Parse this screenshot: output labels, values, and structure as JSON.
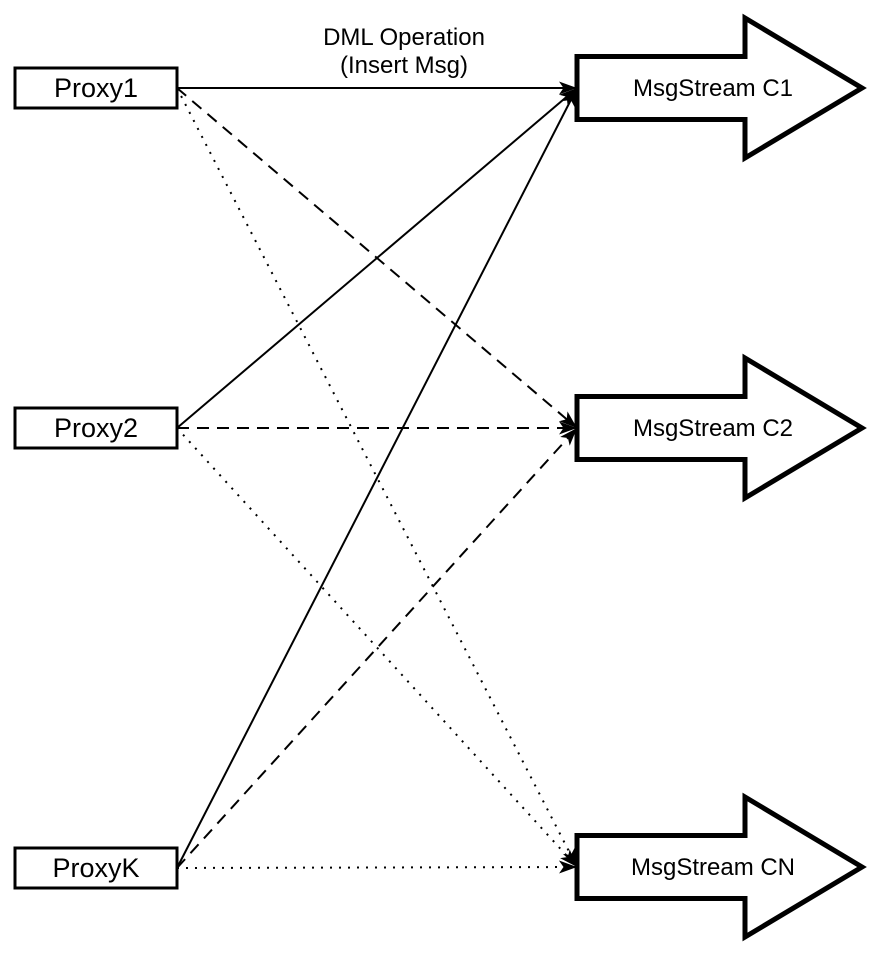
{
  "diagram": {
    "colors": {
      "stroke": "#000000",
      "node_fill": "#ffffff",
      "background": "#ffffff"
    },
    "title": {
      "line1": "DML Operation",
      "line2": "(Insert Msg)"
    },
    "proxies": [
      {
        "id": "proxy1",
        "label": "Proxy1"
      },
      {
        "id": "proxy2",
        "label": "Proxy2"
      },
      {
        "id": "proxyk",
        "label": "ProxyK"
      }
    ],
    "streams": [
      {
        "id": "c1",
        "label": "MsgStream C1"
      },
      {
        "id": "c2",
        "label": "MsgStream C2"
      },
      {
        "id": "cn",
        "label": "MsgStream CN"
      }
    ],
    "edges": [
      {
        "from": "proxy1",
        "to": "c1",
        "style": "solid"
      },
      {
        "from": "proxy2",
        "to": "c1",
        "style": "solid"
      },
      {
        "from": "proxyk",
        "to": "c1",
        "style": "solid"
      },
      {
        "from": "proxy1",
        "to": "c2",
        "style": "dashed"
      },
      {
        "from": "proxy2",
        "to": "c2",
        "style": "dashed"
      },
      {
        "from": "proxyk",
        "to": "c2",
        "style": "dashed"
      },
      {
        "from": "proxy1",
        "to": "cn",
        "style": "dotted"
      },
      {
        "from": "proxy2",
        "to": "cn",
        "style": "dotted"
      },
      {
        "from": "proxyk",
        "to": "cn",
        "style": "dotted"
      }
    ]
  }
}
